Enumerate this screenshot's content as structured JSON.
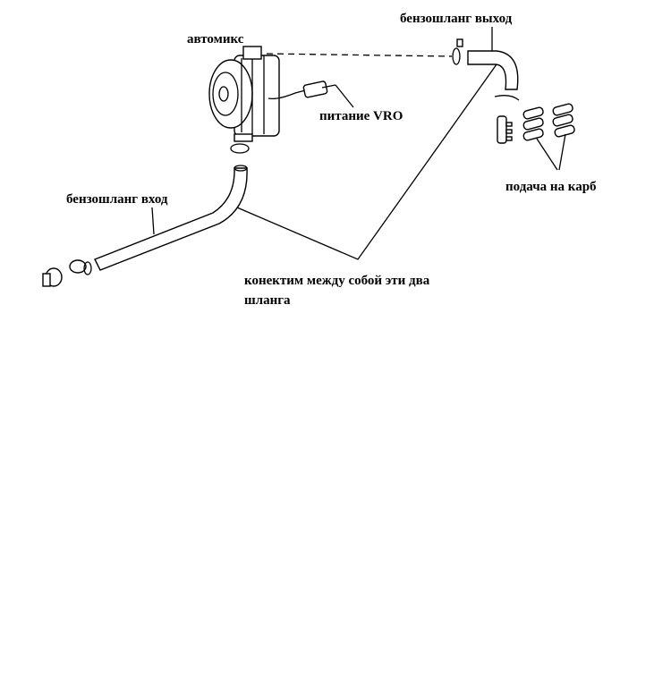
{
  "labels": {
    "automix": "автомикс",
    "fuel_hose_out": "бензошланг выход",
    "vro_power": "питание VRO",
    "to_carb": "подача на карб",
    "fuel_hose_in": "бензошланг вход",
    "connect_note_line1": "конектим между собой эти два",
    "connect_note_line2": "шланга"
  },
  "colors": {
    "ink": "#000000",
    "background": "#ffffff"
  }
}
